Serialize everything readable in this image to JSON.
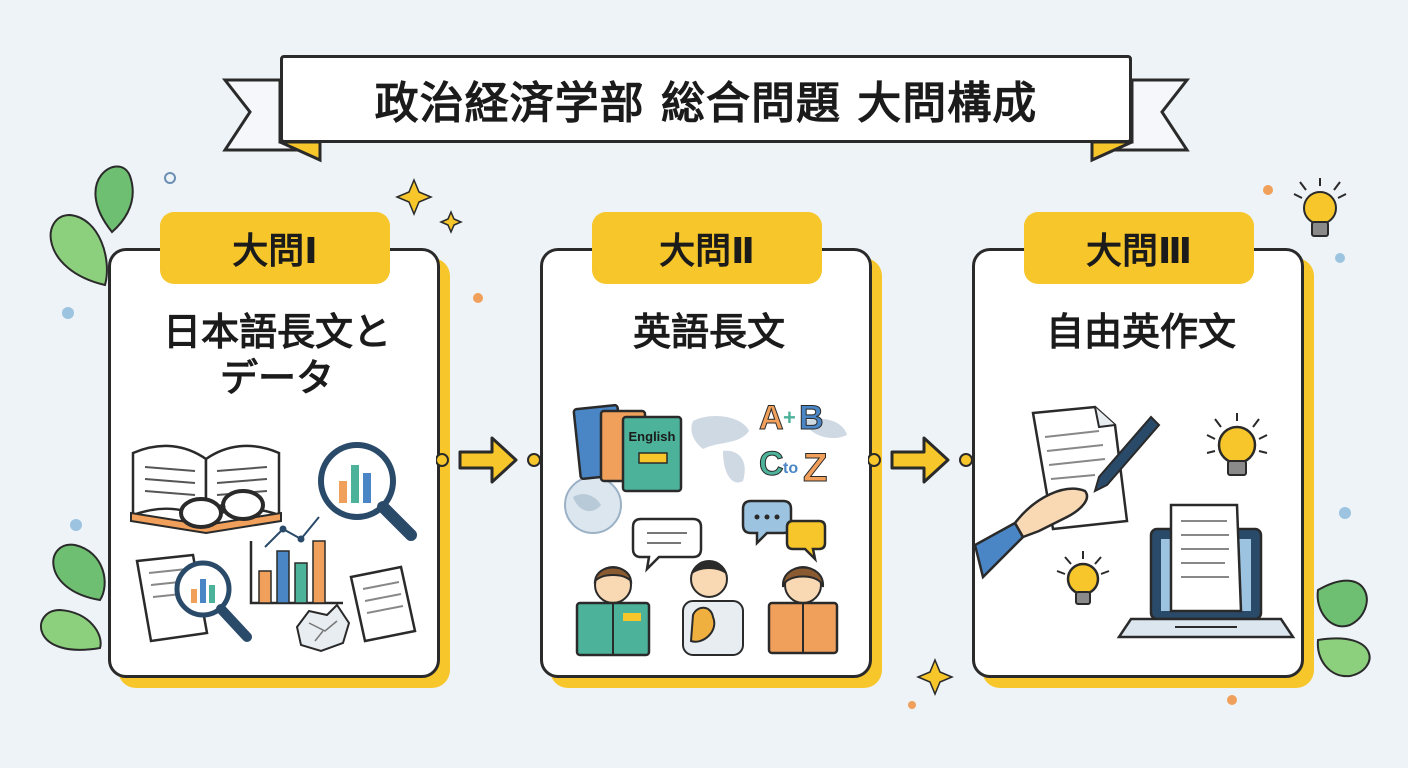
{
  "title": "政治経済学部 総合問題 大問構成",
  "sections": [
    {
      "label": "大問Ⅰ",
      "heading": [
        "日本語長文と",
        "データ"
      ]
    },
    {
      "label": "大問Ⅱ",
      "heading": [
        "英語長文"
      ],
      "book_text": "English",
      "letters": [
        "A",
        "+",
        "B",
        "C",
        "to",
        "Z"
      ]
    },
    {
      "label": "大問Ⅲ",
      "heading": [
        "自由英作文"
      ]
    }
  ],
  "colors": {
    "accent": "#f6c62b",
    "outline": "#2a2a2a",
    "background": "#eef3f7",
    "leaf": "#6fbf73",
    "bar_orange": "#f0a05a",
    "bar_blue": "#4a86c5",
    "bar_green": "#4cb29a"
  },
  "icons": [
    "open-book-icon",
    "glasses-icon",
    "magnifier-chart-icon",
    "bar-chart-icon",
    "document-icon",
    "crumpled-paper-icon",
    "books-icon",
    "world-map-icon",
    "speech-bubble-icon",
    "student-reading-icon",
    "document-pen-icon",
    "lightbulb-icon",
    "laptop-icon",
    "leaf-icon",
    "sparkle-icon"
  ]
}
